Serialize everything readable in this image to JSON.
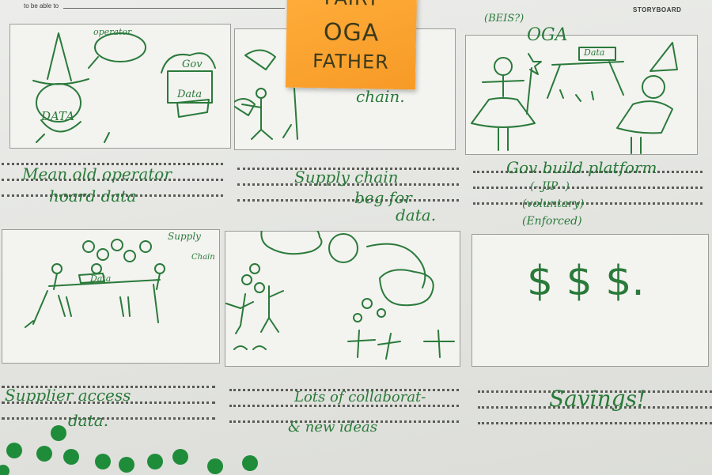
{
  "header": {
    "left_text": "to be able to",
    "right_label": "STORYBOARD"
  },
  "sticky_note": {
    "line1": "FAIRY",
    "line2": "OGA",
    "line3": "FATHER"
  },
  "panels": [
    {
      "sketch_label_1": "operator",
      "sketch_label_2": "DATA",
      "sketch_label_3": "Gov",
      "sketch_label_4": "Data",
      "caption_1": "Mean old operator",
      "caption_2": "hoard data"
    },
    {
      "sketch_label_1": "chain.",
      "caption_1": "Supply chain",
      "caption_2": "beg for",
      "caption_3": "data."
    },
    {
      "sketch_label_1": "(BEIS?)",
      "sketch_label_2": "OGA",
      "sketch_label_3": "Data",
      "caption_1": "Gov build platform",
      "caption_2": "(- JIP -)",
      "caption_3": "(voluntary)",
      "caption_4": "(Enforced)"
    },
    {
      "sketch_label_1": "Supply",
      "sketch_label_2": "Chain",
      "sketch_label_3": "Data",
      "caption_1": "Supplier access",
      "caption_2": "data."
    },
    {
      "caption_1": "Lots of collaborat-",
      "caption_2": "& new ideas"
    },
    {
      "sketch_label_1": "$ $ $.",
      "caption_1": "Savings!"
    }
  ],
  "colors": {
    "ink": "#2a7a3a",
    "sticky": "#f79a26",
    "dots": "#1f8c3a"
  }
}
